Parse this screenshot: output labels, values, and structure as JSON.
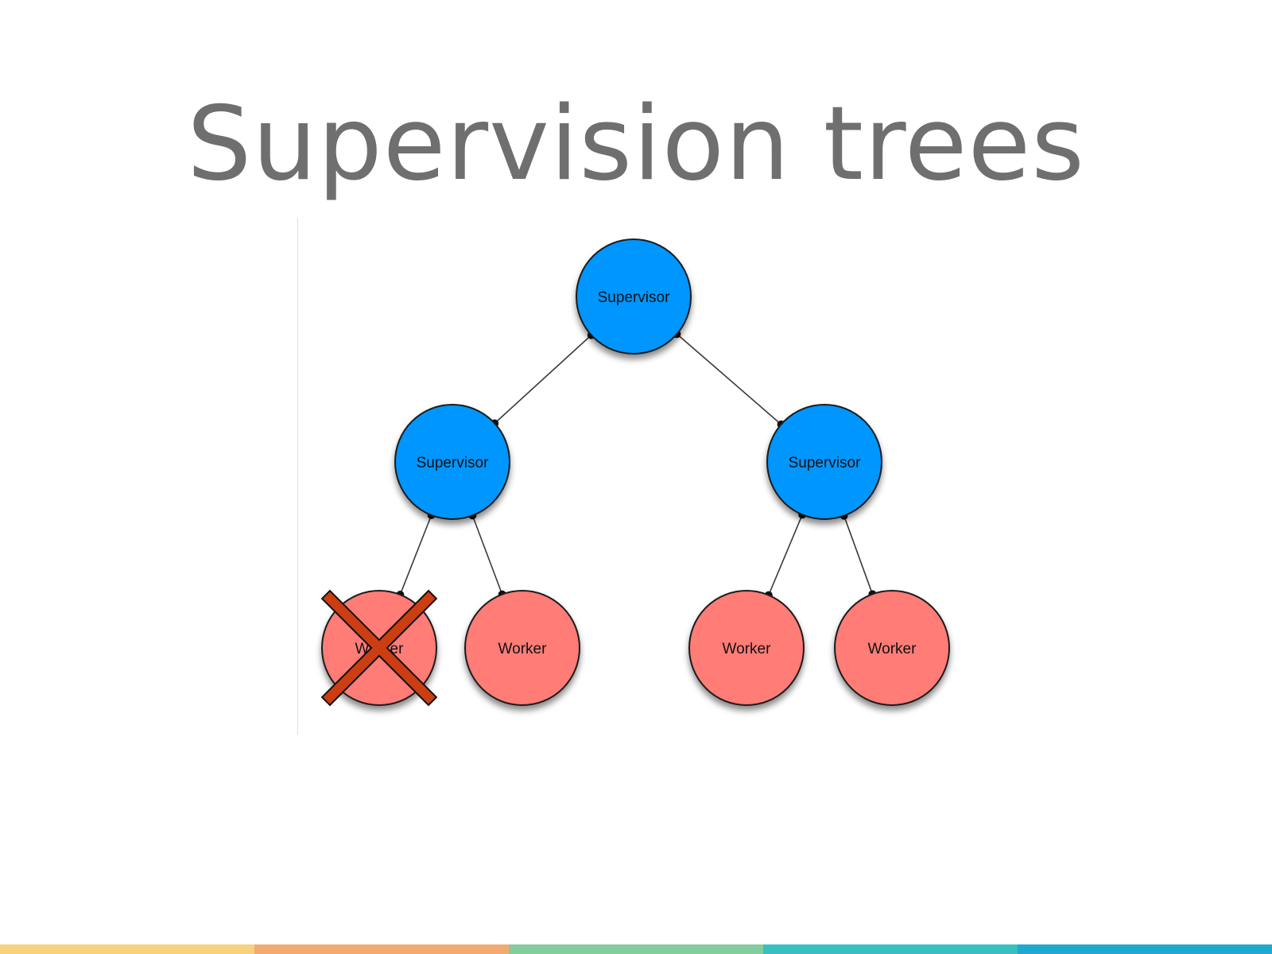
{
  "slide": {
    "title": "Supervision trees",
    "title_color": "#6f6f6f"
  },
  "diagram": {
    "supervisor_color": "#0096ff",
    "worker_color": "#ff7b77",
    "failed_mark_color": "#cc3d12",
    "nodes": [
      {
        "id": "root",
        "kind": "supervisor",
        "label": "Supervisor"
      },
      {
        "id": "sup-left",
        "kind": "supervisor",
        "label": "Supervisor"
      },
      {
        "id": "sup-right",
        "kind": "supervisor",
        "label": "Supervisor"
      },
      {
        "id": "worker-1",
        "kind": "worker",
        "label": "Worker",
        "failed": true
      },
      {
        "id": "worker-2",
        "kind": "worker",
        "label": "Worker"
      },
      {
        "id": "worker-3",
        "kind": "worker",
        "label": "Worker"
      },
      {
        "id": "worker-4",
        "kind": "worker",
        "label": "Worker"
      }
    ],
    "edges": [
      {
        "from": "root",
        "to": "sup-left"
      },
      {
        "from": "root",
        "to": "sup-right"
      },
      {
        "from": "sup-left",
        "to": "worker-1"
      },
      {
        "from": "sup-left",
        "to": "worker-2"
      },
      {
        "from": "sup-right",
        "to": "worker-3"
      },
      {
        "from": "sup-right",
        "to": "worker-4"
      }
    ]
  },
  "footer": {
    "color_bar": [
      "#f6d27d",
      "#f2aa72",
      "#84cc9c",
      "#36c0c0",
      "#1ea9cf"
    ]
  }
}
